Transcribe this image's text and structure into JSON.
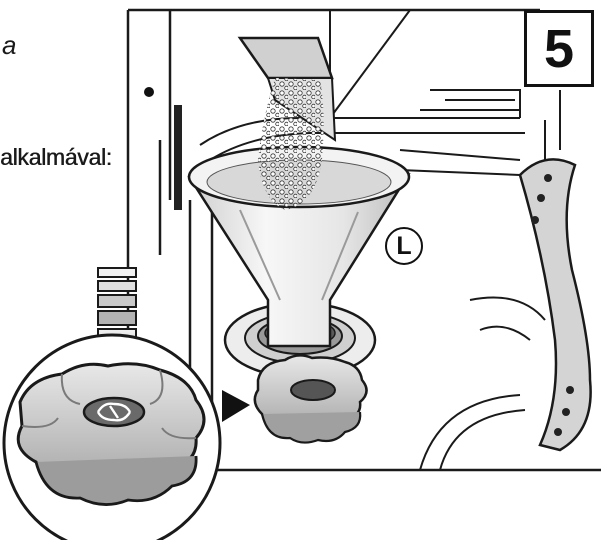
{
  "text_fragments": {
    "top_left": "a",
    "mid_left": "alkalmával:"
  },
  "step_number": "5",
  "part_label": "L",
  "colors": {
    "line": "#1a1a1a",
    "salt_fill": "#e9e9e9",
    "shade": "#bdbdbd",
    "dark": "#555555"
  }
}
